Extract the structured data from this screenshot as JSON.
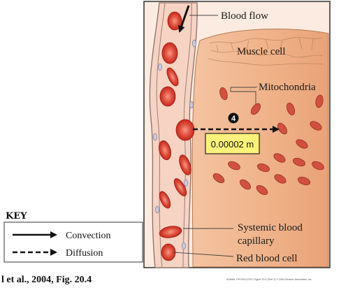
{
  "labels": {
    "blood_flow": "Blood flow",
    "muscle_cell": "Muscle cell",
    "mitochondria": "Mitochondria",
    "capillary_line1": "Systemic blood",
    "capillary_line2": "capillary",
    "red_blood_cell": "Red blood cell"
  },
  "step_number": "4",
  "distance": "0.00002 m",
  "key": {
    "title": "KEY",
    "convection": "Convection",
    "diffusion": "Diffusion"
  },
  "citation": "l et al., 2004, Fig. 20.4",
  "credit": "ANIMAL PHYSIOLOGY, Figure 20.4 (Part 2)  © 2004 Sinauer Associates, Inc.",
  "colors": {
    "panel_bg": "#fbe9dd",
    "muscle_fill": "#f1b58e",
    "capillary_fill": "#f7d2c0",
    "rbc": "#d93a2c",
    "mito": "#c9473a",
    "distance_box": "#fff27a"
  }
}
